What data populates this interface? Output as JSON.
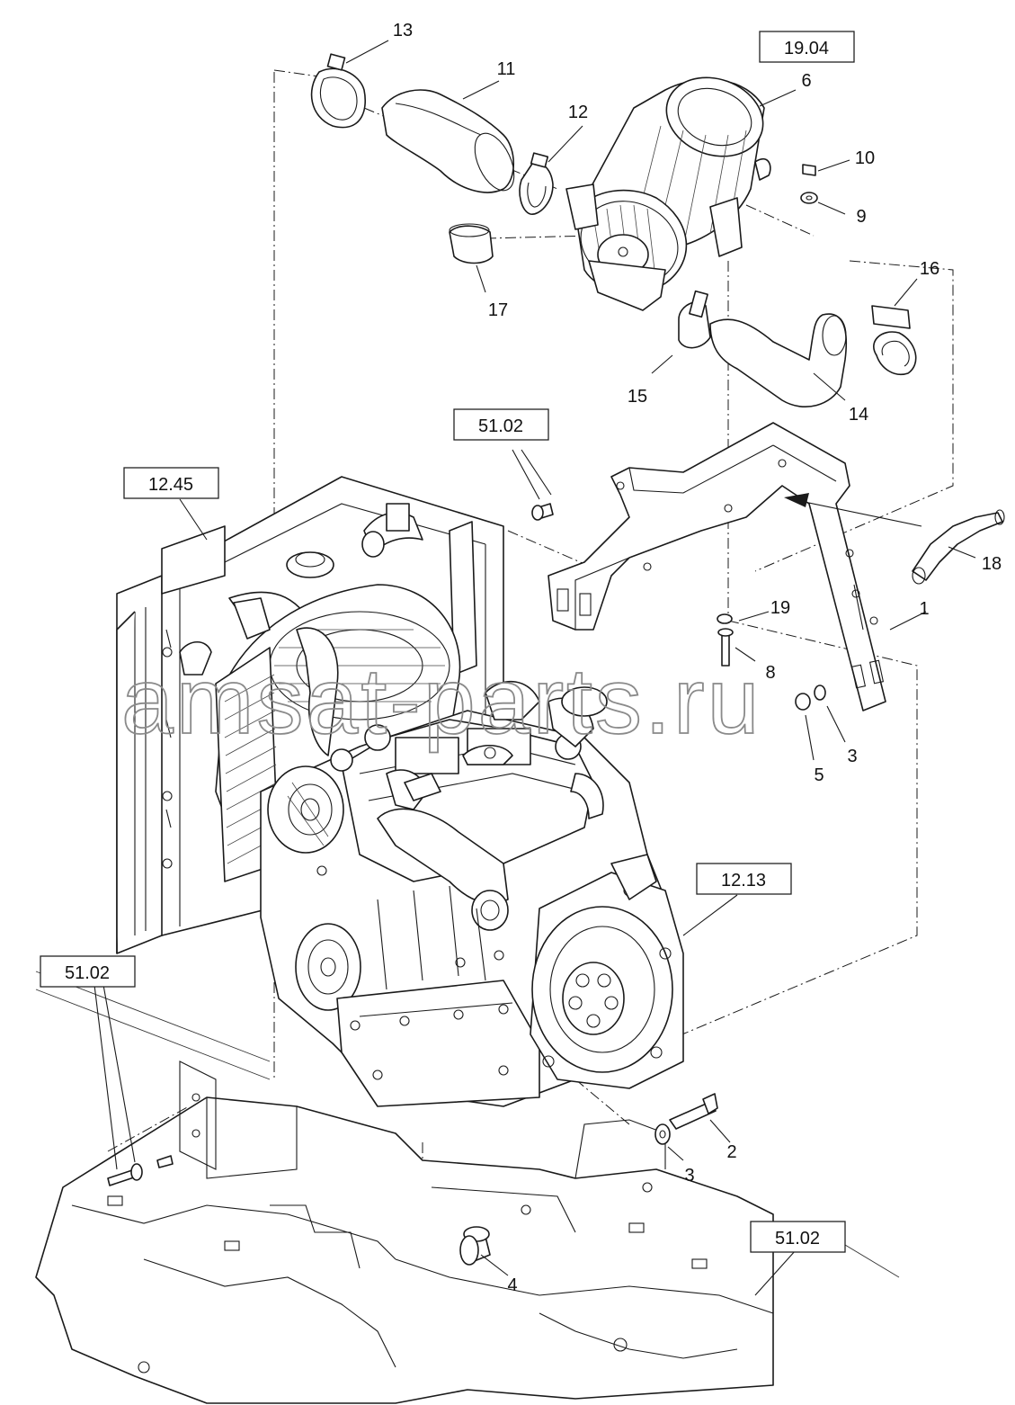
{
  "watermark": "amsat-parts.ru",
  "reference_boxes": [
    {
      "id": "ref-19-04",
      "label": "19.04"
    },
    {
      "id": "ref-51-02-top",
      "label": "51.02"
    },
    {
      "id": "ref-12-45",
      "label": "12.45"
    },
    {
      "id": "ref-12-13",
      "label": "12.13"
    },
    {
      "id": "ref-51-02-left",
      "label": "51.02"
    },
    {
      "id": "ref-51-02-bottom",
      "label": "51.02"
    }
  ],
  "callouts": [
    {
      "id": "c1",
      "label": "1"
    },
    {
      "id": "c2",
      "label": "2"
    },
    {
      "id": "c3a",
      "label": "3"
    },
    {
      "id": "c3b",
      "label": "3"
    },
    {
      "id": "c4",
      "label": "4"
    },
    {
      "id": "c5",
      "label": "5"
    },
    {
      "id": "c6",
      "label": "6"
    },
    {
      "id": "c8",
      "label": "8"
    },
    {
      "id": "c9",
      "label": "9"
    },
    {
      "id": "c10",
      "label": "10"
    },
    {
      "id": "c11",
      "label": "11"
    },
    {
      "id": "c12",
      "label": "12"
    },
    {
      "id": "c13",
      "label": "13"
    },
    {
      "id": "c14",
      "label": "14"
    },
    {
      "id": "c15",
      "label": "15"
    },
    {
      "id": "c16",
      "label": "16"
    },
    {
      "id": "c17",
      "label": "17"
    },
    {
      "id": "c18",
      "label": "18"
    },
    {
      "id": "c19",
      "label": "19"
    }
  ]
}
